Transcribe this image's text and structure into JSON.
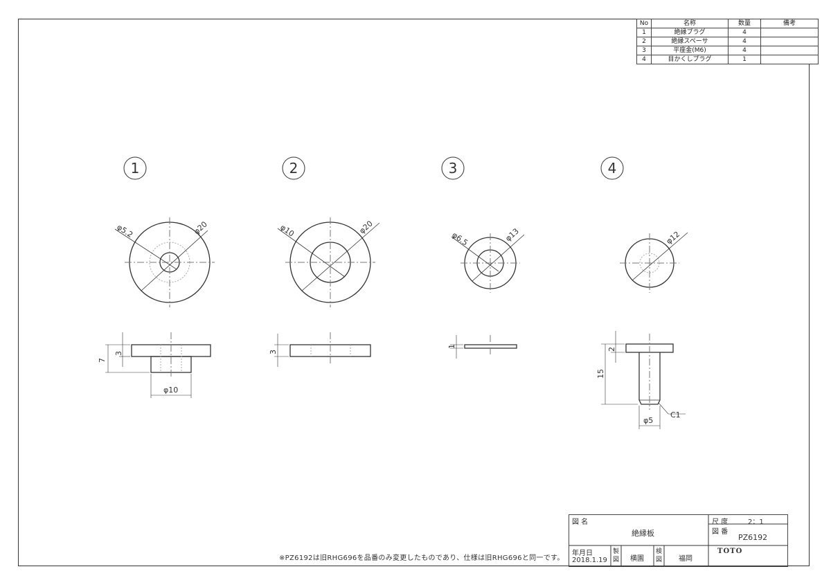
{
  "parts_table": {
    "headers": [
      "No",
      "名称",
      "数量",
      "備考"
    ],
    "rows": [
      {
        "no": "1",
        "name": "絶縁プラグ",
        "qty": "4",
        "note": ""
      },
      {
        "no": "2",
        "name": "絶縁スペーサ",
        "qty": "4",
        "note": ""
      },
      {
        "no": "3",
        "name": "平座金(M6)",
        "qty": "4",
        "note": ""
      },
      {
        "no": "4",
        "name": "目かくしプラグ",
        "qty": "1",
        "note": ""
      }
    ]
  },
  "part_numbers": [
    "1",
    "2",
    "3",
    "4"
  ],
  "dimensions": {
    "p1_inner": "φ5.2",
    "p1_outer": "φ20",
    "p1_thick": "3",
    "p1_total": "7",
    "p1_boss": "φ10",
    "p2_inner": "φ10",
    "p2_outer": "φ20",
    "p2_thick": "3",
    "p3_inner": "φ6.5",
    "p3_outer": "φ13",
    "p3_thick": "1",
    "p4_outer": "φ12",
    "p4_head": "2",
    "p4_len": "15",
    "p4_shaft": "φ5",
    "p4_chamfer": "C1"
  },
  "title_block": {
    "drawing_name_label": "図 名",
    "drawing_name": "絶縁板",
    "scale_label": "尺 度",
    "scale": "2：1",
    "drawing_no_label": "図 番",
    "drawing_no": "PZ6192",
    "date_label": "年月日",
    "date": "2018.1.19",
    "drawn_label": "製図",
    "drawn_by": "横園",
    "checked_label": "検図",
    "checked_by": "福岡",
    "brand": "TOTO"
  },
  "note": "※PZ6192は旧RHG696を品番のみ変更したものであり、仕様は旧RHG696と同一です。"
}
